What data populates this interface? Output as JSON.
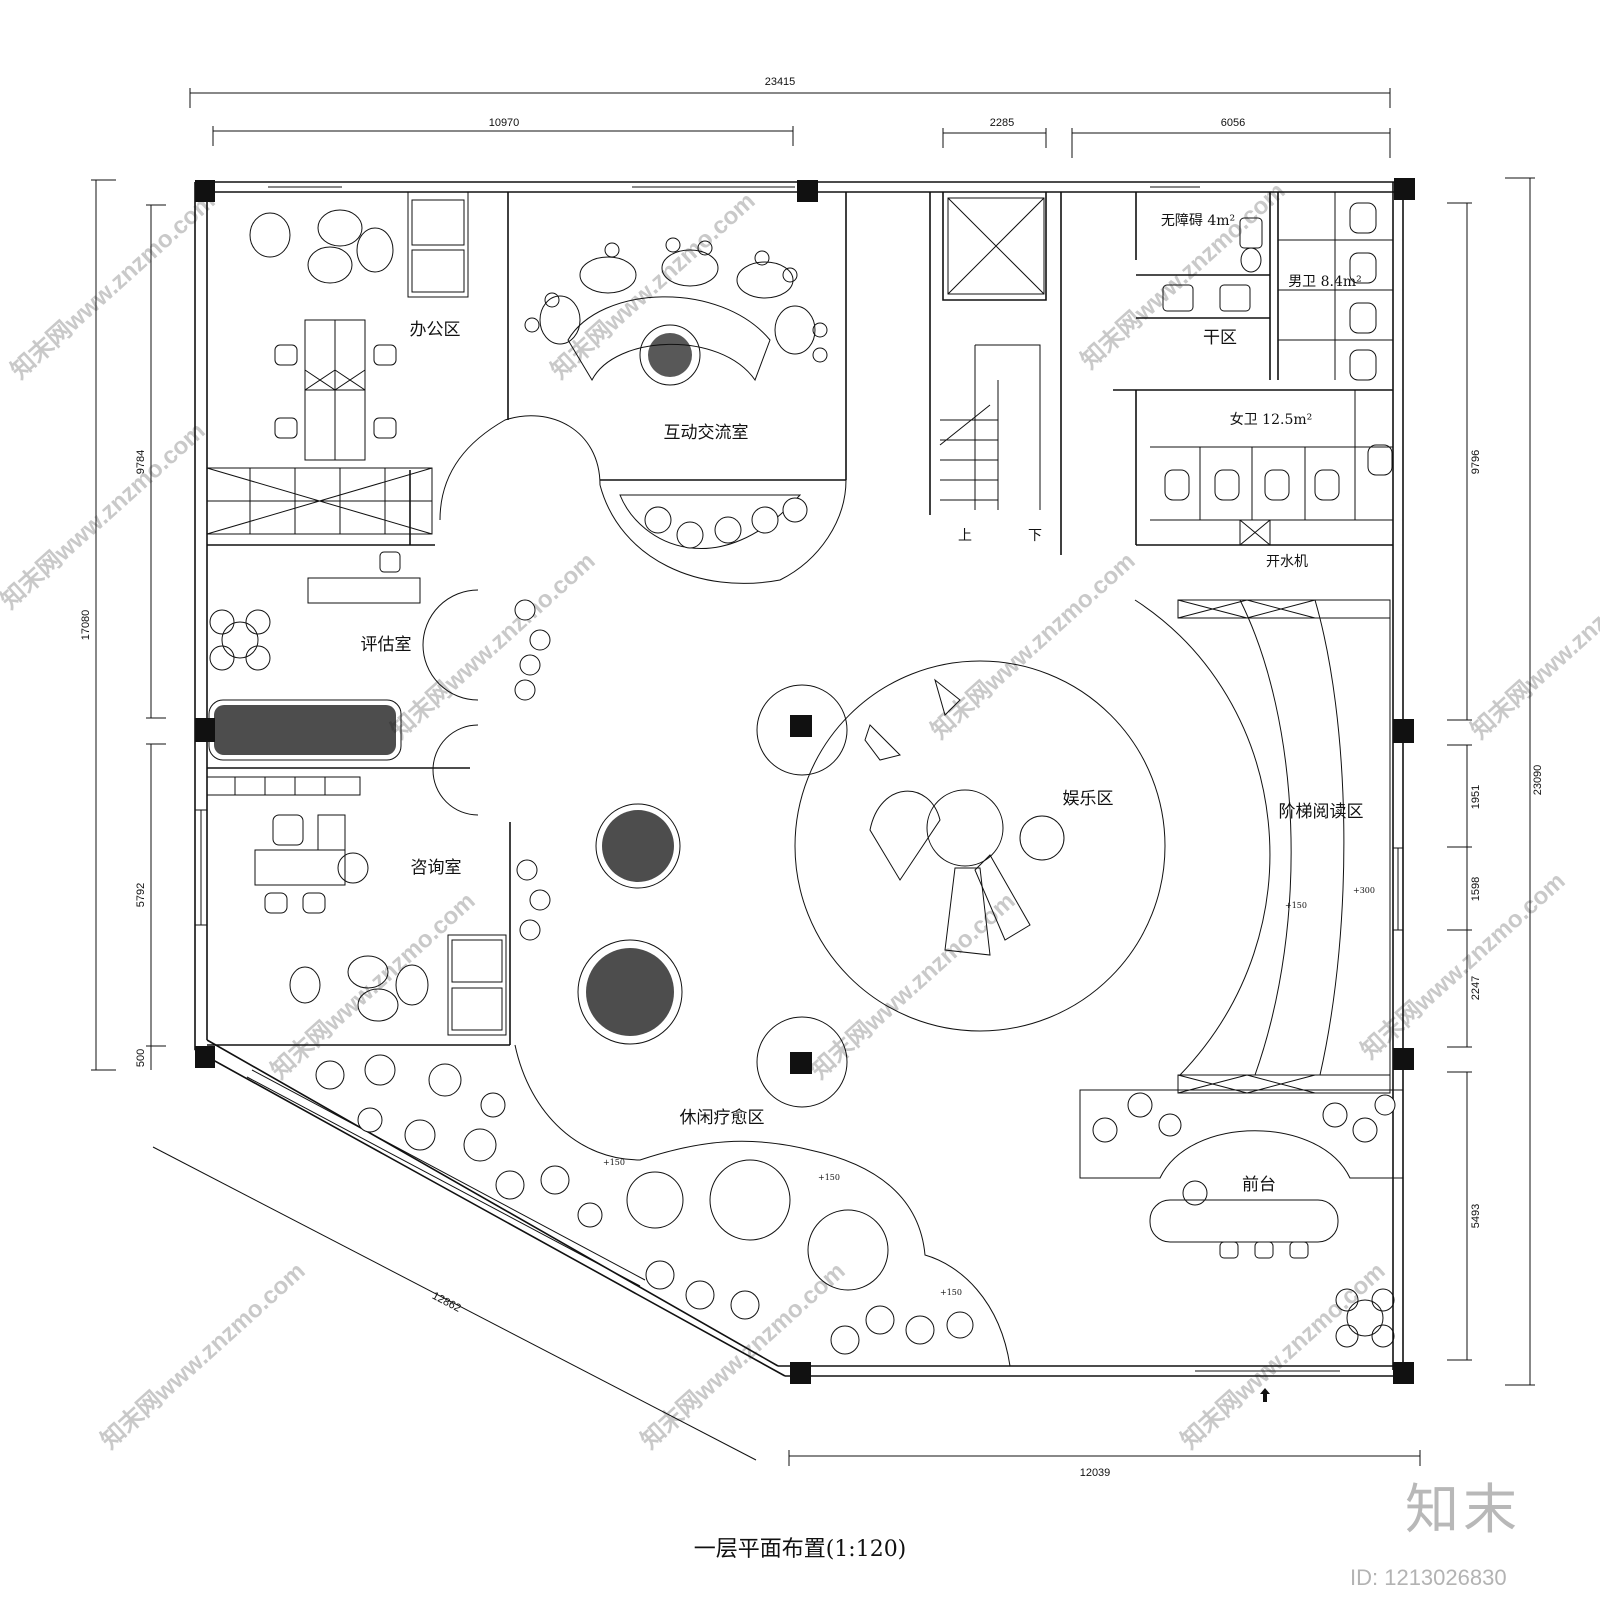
{
  "drawing": {
    "title": "一层平面布置(1:120)",
    "brand_mark": "知末",
    "image_id": "ID: 1213026830",
    "watermark_text": "知末网www.znzmo.com"
  },
  "dimensions": {
    "top_overall": "23415",
    "top_left": "10970",
    "top_stair": "2285",
    "top_right": "6056",
    "left_outer": "17080",
    "left_upper": "9784",
    "left_lower": "5792",
    "left_small": "500",
    "right_outer": "23090",
    "right_upper": "9796",
    "right_a": "1951",
    "right_b": "1598",
    "right_c": "2247",
    "right_lower": "5493",
    "bottom_diagonal": "12862",
    "bottom_right": "12039"
  },
  "rooms": {
    "office": "办公区",
    "interaction": "互动交流室",
    "evaluation": "评估室",
    "consultation": "咨询室",
    "leisure": "休闲疗愈区",
    "entertainment": "娱乐区",
    "stair_reading": "阶梯阅读区",
    "reception": "前台",
    "accessible_wc": "无障碍 4m²",
    "mens_wc": "男卫 8.4m²",
    "dry_zone": "干区",
    "womens_wc": "女卫 12.5m²",
    "water_dispenser": "开水机",
    "stair_up": "上",
    "stair_down": "下"
  },
  "levels": {
    "l150": "+150",
    "l300": "+300"
  },
  "icons": [
    "entrance-arrow-icon",
    "tree-symbol-icon",
    "chair-icon",
    "sofa-icon",
    "toilet-icon",
    "sink-icon"
  ]
}
